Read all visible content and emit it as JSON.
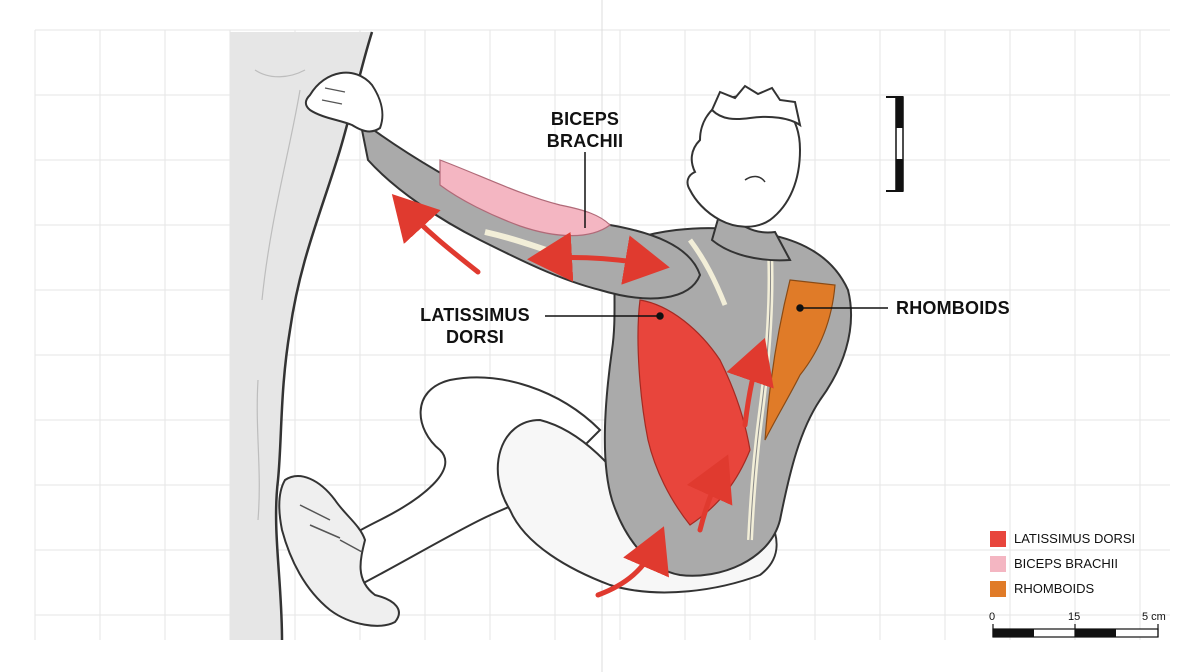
{
  "colors": {
    "latissimus": "#e8453c",
    "biceps": "#f4b6c2",
    "rhomboids": "#e07b28",
    "muscle_gray": "#a9a9a9",
    "arrow": "#e03a2f",
    "wall": "#e8e8e8",
    "grid": "#e9e9e9",
    "outline": "#333333"
  },
  "callouts": {
    "biceps": [
      "BICEPS",
      "BRACHII"
    ],
    "latissimus": [
      "LATISSIMUS",
      "DORSI"
    ],
    "rhomboids": "RHOMBOIDS"
  },
  "legend": [
    {
      "label": "LATISSIMUS DORSI",
      "color": "#e8453c"
    },
    {
      "label": "BICEPS BRACHII",
      "color": "#f4b6c2"
    },
    {
      "label": "RHOMBOIDS",
      "color": "#e07b28"
    }
  ],
  "scale_bar": {
    "tick_labels": [
      "0",
      "15",
      "5 cm"
    ]
  },
  "icons": [
    "wall-rock",
    "climber-figure",
    "motion-arrow",
    "vertical-scale-bar"
  ]
}
